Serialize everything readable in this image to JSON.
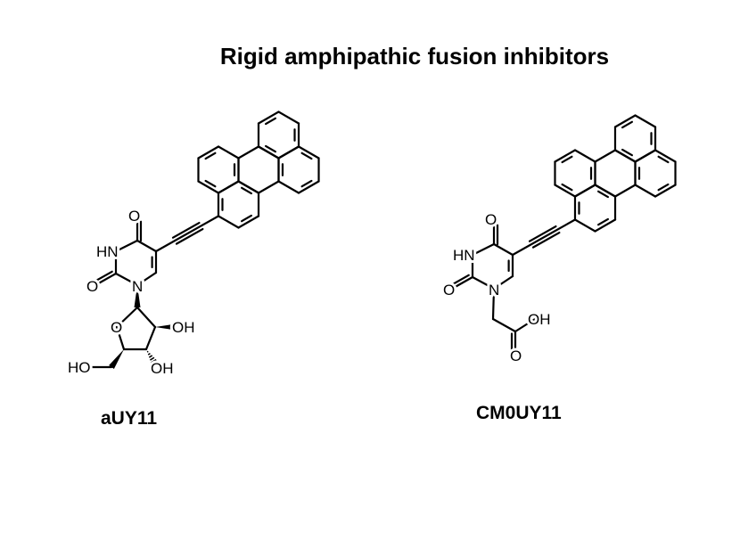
{
  "title": "Rigid amphipathic fusion inhibitors",
  "compounds": [
    {
      "name": "aUY11",
      "labels": {
        "o4": "O",
        "n3": "HN",
        "o2": "O",
        "n1": "N",
        "o4s": "O",
        "oh2": "OH",
        "oh3": "OH",
        "ho5": "HO"
      }
    },
    {
      "name": "CM0UY11",
      "labels": {
        "o4": "O",
        "n3": "HN",
        "o2": "O",
        "n1": "N",
        "oh": "OH",
        "oc": "O"
      }
    }
  ]
}
